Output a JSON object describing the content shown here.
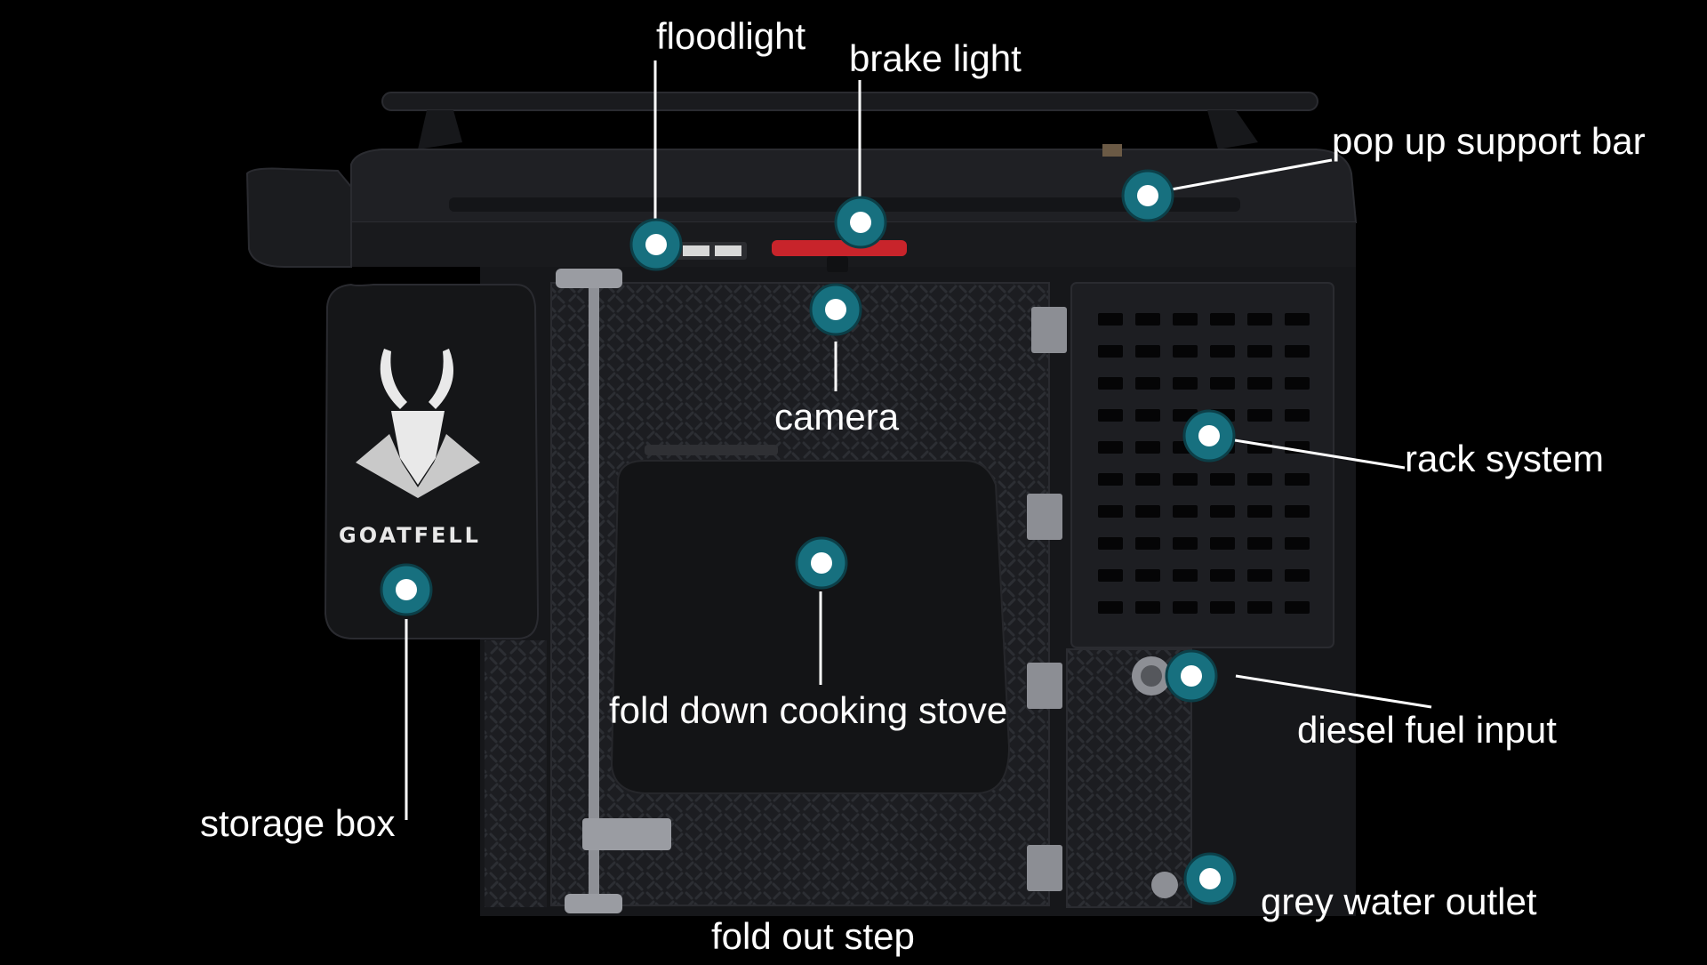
{
  "colors": {
    "background": "#000000",
    "trailer_body": "#1b1c1f",
    "hotspot_ring": "#17707f",
    "hotspot_core": "#ffffff",
    "leader_line": "#ffffff",
    "brake_light": "#c8242b"
  },
  "brand": {
    "name": "GOATFELL",
    "logo_icon": "goat-head-icon"
  },
  "labels": {
    "floodlight": "floodlight",
    "brake_light": "brake light",
    "pop_up_support_bar": "pop up support bar",
    "camera": "camera",
    "rack_system": "rack system",
    "storage_box": "storage box",
    "fold_down_cooking_stove": "fold down cooking stove",
    "diesel_fuel_input": "diesel fuel input",
    "grey_water_outlet": "grey water outlet",
    "fold_out_step": "fold out step"
  }
}
